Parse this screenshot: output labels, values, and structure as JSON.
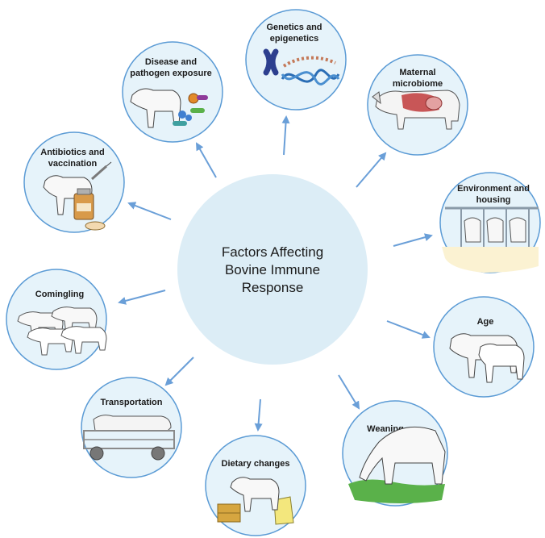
{
  "center": {
    "line1": "Factors Affecting",
    "line2": "Bovine Immune",
    "line3": "Response"
  },
  "factors": {
    "genetics": {
      "line1": "Genetics and",
      "line2": "epigenetics"
    },
    "maternal": {
      "line1": "Maternal",
      "line2": "microbiome"
    },
    "environment": {
      "line1": "Environment and",
      "line2": "housing"
    },
    "age": {
      "line1": "Age"
    },
    "weaning": {
      "line1": "Weaning"
    },
    "dietary": {
      "line1": "Dietary changes"
    },
    "transportation": {
      "line1": "Transportation"
    },
    "comingling": {
      "line1": "Comingling"
    },
    "antibiotics": {
      "line1": "Antibiotics and",
      "line2": "vaccination"
    },
    "disease": {
      "line1": "Disease and",
      "line2": "pathogen exposure"
    }
  },
  "colors": {
    "node_fill": "#e6f3fa",
    "node_stroke": "#5b9bd5",
    "center_fill": "#dcedf6",
    "arrow": "#6a9fd8"
  }
}
